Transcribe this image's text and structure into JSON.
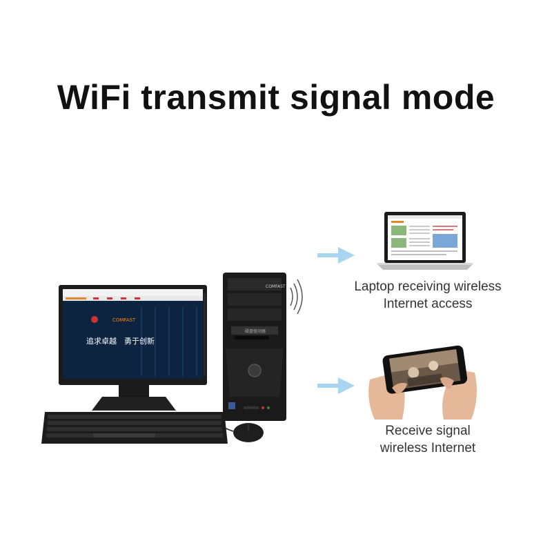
{
  "title": "WiFi transmit signal mode",
  "desktop": {
    "screen_top_text": "追求卓越",
    "screen_top_text2": "勇于创新",
    "screen_brand": "COMFAST",
    "tower_brand": "COMFAST",
    "tower_drive_label": "磁盘驱动器"
  },
  "laptop_caption": {
    "line1": "Laptop receiving wireless",
    "line2": "Internet access"
  },
  "phone_caption": {
    "line1": "Receive signal",
    "line2": "wireless Internet"
  },
  "colors": {
    "arrow": "#a9d5f0",
    "device_black": "#1a1a1a",
    "screen_blue": "#0f2a4a",
    "accent_orange": "#e0892a"
  },
  "icons": [
    "wifi-waves-icon",
    "arrow-right-icon"
  ]
}
